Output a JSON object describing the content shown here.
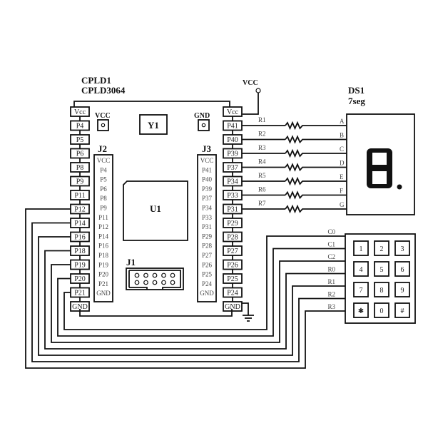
{
  "cpld": {
    "ref": "CPLD1",
    "part": "CPLD3064",
    "left_pins": [
      "Vcc",
      "P4",
      "P5",
      "P6",
      "P8",
      "P9",
      "P11",
      "P12",
      "P14",
      "P16",
      "P18",
      "P19",
      "P20",
      "P21",
      "GND"
    ],
    "right_pins": [
      "Vcc",
      "P41",
      "P40",
      "P39",
      "P37",
      "P34",
      "P33",
      "P31",
      "P29",
      "P28",
      "P27",
      "P26",
      "P25",
      "P24",
      "GND"
    ],
    "vcc_testpoint": "VCC",
    "gnd_testpoint": "GND",
    "crystal": "Y1",
    "chip": "U1",
    "jtag": "J1",
    "header_left": {
      "ref": "J2",
      "pins": [
        "VCC",
        "P4",
        "P5",
        "P6",
        "P8",
        "P9",
        "P11",
        "P12",
        "P14",
        "P16",
        "P18",
        "P19",
        "P20",
        "P21",
        "GND"
      ]
    },
    "header_right": {
      "ref": "J3",
      "pins": [
        "VCC",
        "P41",
        "P40",
        "P39",
        "P37",
        "P34",
        "P33",
        "P31",
        "P29",
        "P28",
        "P27",
        "P26",
        "P25",
        "P24",
        "GND"
      ]
    }
  },
  "power": {
    "vcc": "VCC"
  },
  "resistors": [
    "R1",
    "R2",
    "R3",
    "R4",
    "R5",
    "R6",
    "R7"
  ],
  "display": {
    "ref": "DS1",
    "type": "7seg",
    "segments": [
      "A",
      "B",
      "C",
      "D",
      "E",
      "F",
      "G"
    ],
    "digit": "8."
  },
  "keypad": {
    "signals": [
      "C0",
      "C1",
      "C2",
      "R0",
      "R1",
      "R2",
      "R3"
    ],
    "keys": [
      [
        "1",
        "2",
        "3"
      ],
      [
        "4",
        "5",
        "6"
      ],
      [
        "7",
        "8",
        "9"
      ],
      [
        "✱",
        "0",
        "#"
      ]
    ]
  }
}
